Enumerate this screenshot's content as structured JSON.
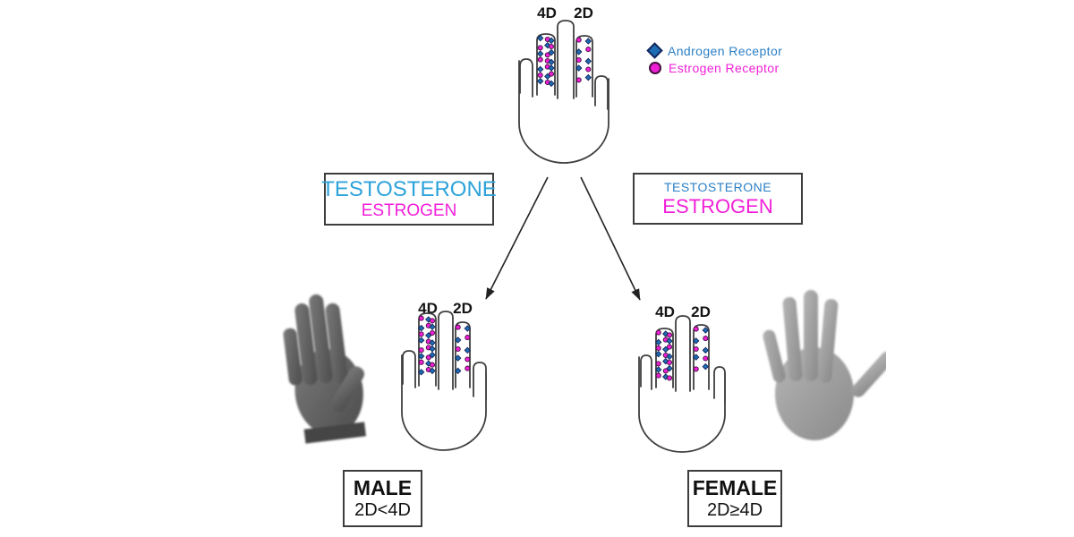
{
  "finger_labels": {
    "d4": "4D",
    "d2": "2D"
  },
  "legend": {
    "items": [
      {
        "icon": "diamond-icon",
        "label": "Androgen Receptor"
      },
      {
        "icon": "circle-icon",
        "label": "Estrogen Receptor"
      }
    ]
  },
  "hormone_boxes": {
    "left": {
      "testosterone": "TESTOSTERONE",
      "estrogen": "ESTROGEN",
      "emphasis": "testosterone"
    },
    "right": {
      "testosterone": "TESTOSTERONE",
      "estrogen": "ESTROGEN",
      "emphasis": "estrogen"
    }
  },
  "result_boxes": {
    "male": {
      "title": "MALE",
      "ratio": "2D<4D"
    },
    "female": {
      "title": "FEMALE",
      "ratio": "2D≥4D"
    }
  },
  "colors": {
    "androgen_fill": "#1e6db4",
    "androgen_stroke": "#14275c",
    "estrogen_fill": "#ee1fd6",
    "estrogen_stroke": "#451040",
    "androgen_text": "#2b7fc5",
    "estrogen_text": "#f11fd8",
    "testosterone_big": "#2da3da"
  },
  "dot_patterns": {
    "top": {
      "d4": [
        "AEA",
        "EAE",
        "AEA",
        "EEA",
        "AEA",
        "EAE",
        "AEA"
      ],
      "d2": [
        "EA",
        "AE",
        "EA",
        "AE",
        "EA"
      ]
    },
    "male": {
      "d4": [
        "EAE",
        "AEA",
        "EAE",
        "AEA",
        "EEA",
        "AEA",
        "EAE",
        "AEA"
      ],
      "d2": [
        "EA",
        "AE",
        "EA",
        "AE",
        "AE"
      ]
    },
    "female": {
      "d4": [
        "EAE",
        "AEA",
        "EAE",
        "AEA",
        "EAE",
        "AEA",
        "EAE"
      ],
      "d2": [
        "EA",
        "AE",
        "EA",
        "AE",
        "EA"
      ]
    }
  }
}
